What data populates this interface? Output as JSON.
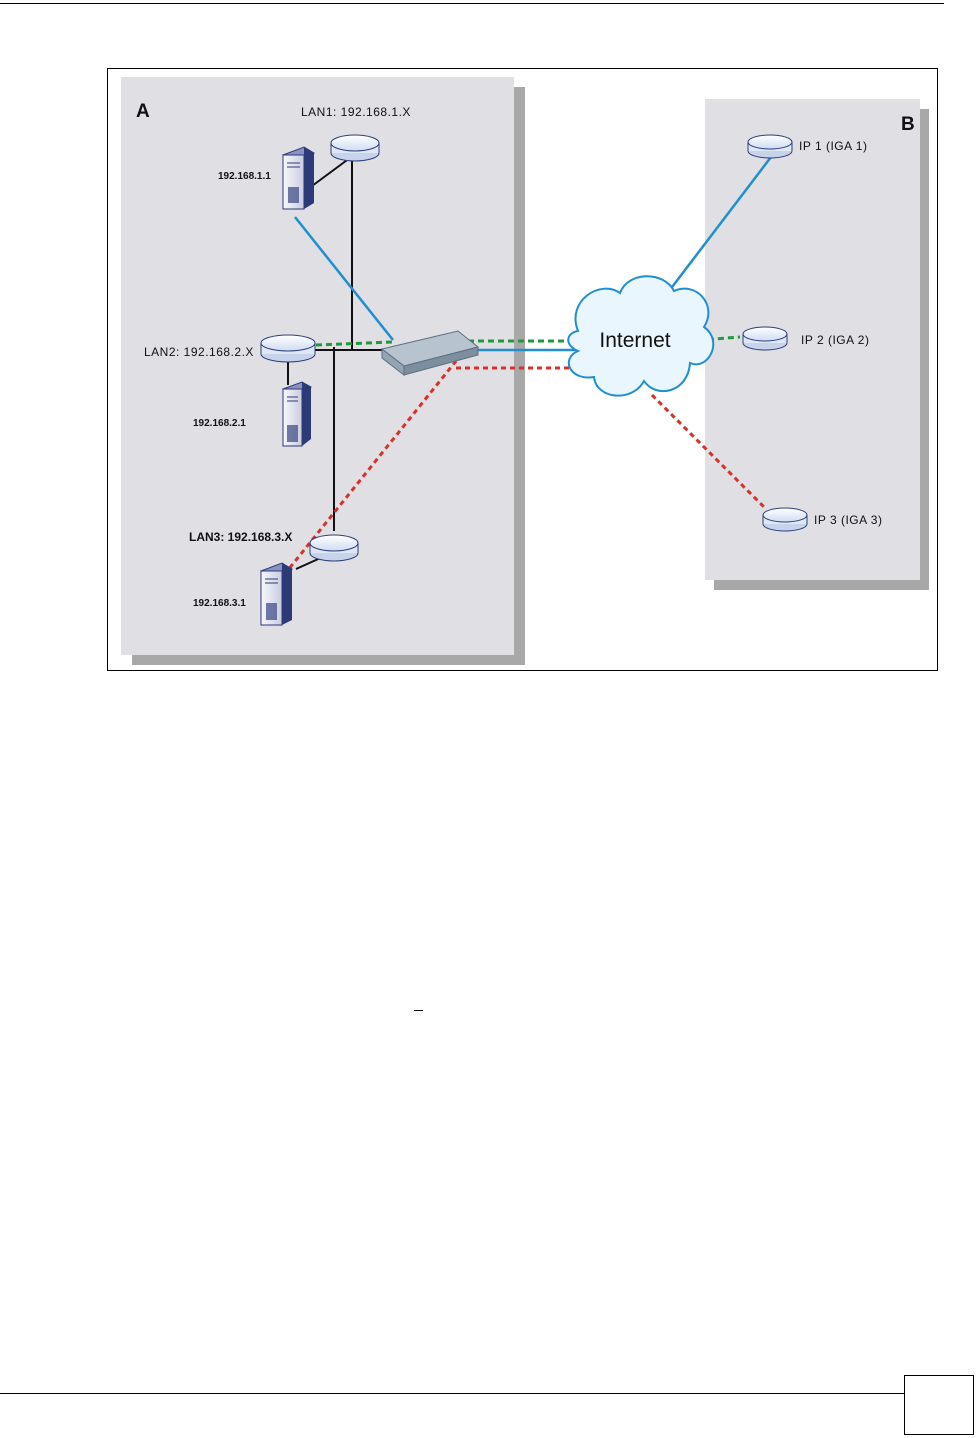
{
  "diagram": {
    "site_a": {
      "label": "A"
    },
    "site_b": {
      "label": "B"
    },
    "lan1": {
      "label": "LAN1: 192.168.1.X",
      "host": "192.168.1.1"
    },
    "lan2": {
      "label": "LAN2: 192.168.2.X",
      "host": "192.168.2.1"
    },
    "lan3": {
      "label": "LAN3: 192.168.3.X",
      "host": "192.168.3.1"
    },
    "internet": {
      "label": "Internet"
    },
    "remote": [
      {
        "label": "IP 1 (IGA 1)"
      },
      {
        "label": "IP 2 (IGA 2)"
      },
      {
        "label": "IP 3 (IGA 3)"
      }
    ],
    "colors": {
      "site_bg": "#e0dfe3",
      "site_shadow": "#a8a8a8",
      "link_blue": "#1f8fcf",
      "link_green": "#1e9a3a",
      "link_red": "#d8302a",
      "lan_line": "#111111",
      "router_fill": "#eef3fb",
      "router_edge": "#2c3f7a",
      "server_fill": "#eaeaf4",
      "server_dark": "#2d3a78",
      "cloud_fill": "#eaf6fd",
      "cloud_edge": "#1f8fcf",
      "switch_top": "#b7c4d0",
      "switch_side": "#7d8e9e"
    }
  },
  "page": {
    "number": ""
  }
}
